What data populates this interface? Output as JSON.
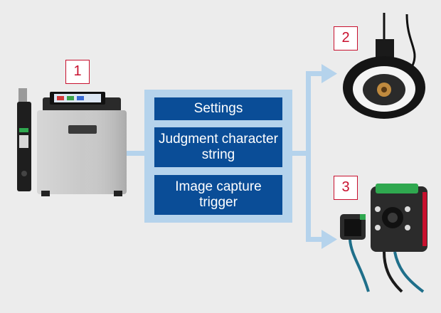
{
  "badges": {
    "printer": "1",
    "ring_light": "2",
    "camera": "3"
  },
  "boxes": {
    "settings": "Settings",
    "judgment": "Judgment character string",
    "trigger": "Image capture trigger"
  },
  "colors": {
    "background": "#ececec",
    "panel": "#b5d3ec",
    "box": "#0a4d97",
    "badge_border": "#c8102e",
    "connector": "#b5d3ec"
  },
  "icons": [
    "inkjet-printer-icon",
    "ring-light-icon",
    "vision-camera-icon"
  ]
}
